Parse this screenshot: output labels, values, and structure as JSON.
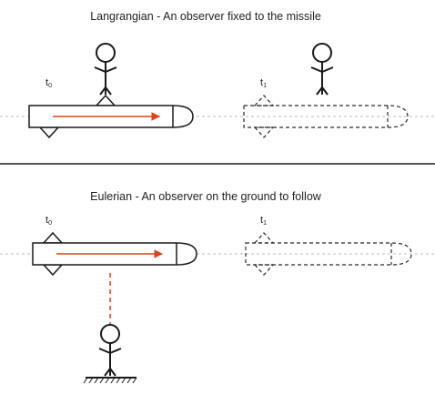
{
  "panels": {
    "lagrangian": {
      "title": "Langrangian - An observer fixed to the missile",
      "t0": "t",
      "t0_sub": "0",
      "t1": "t",
      "t1_sub": "1"
    },
    "eulerian": {
      "title": "Eulerian - An observer on the ground to follow",
      "t0": "t",
      "t0_sub": "0",
      "t1": "t",
      "t1_sub": "1"
    }
  },
  "colors": {
    "arrow": "#d9431e",
    "line": "#1a1a1a",
    "axis": "#bdbdbd",
    "ghost": "#2a2a2a"
  }
}
